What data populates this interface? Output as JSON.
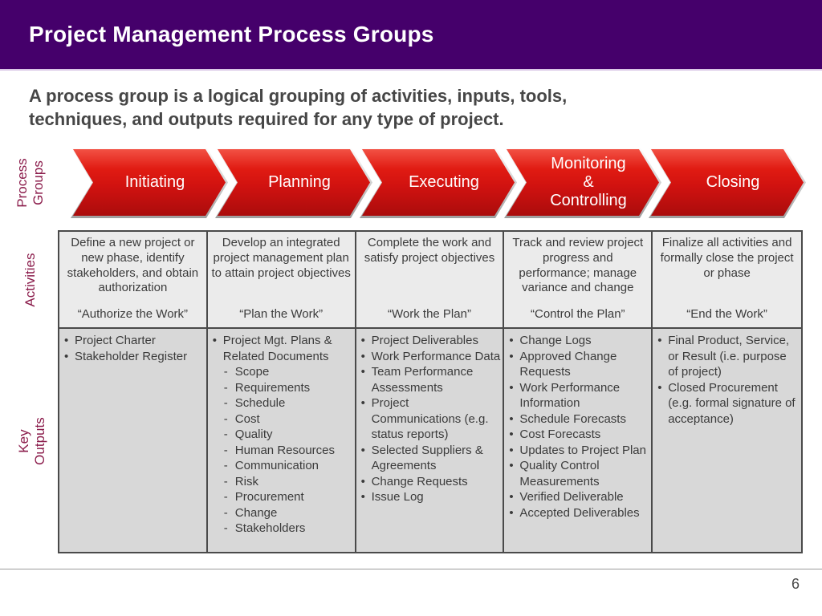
{
  "header": {
    "title": "Project Management Process Groups"
  },
  "subtitle": "A process group is a logical grouping of activities, inputs, tools,\ntechniques, and outputs required for any type of project.",
  "row_labels": {
    "process_groups": "Process\nGroups",
    "activities": "Activities",
    "key_outputs": "Key\nOutputs"
  },
  "arrows": [
    {
      "label": "Initiating"
    },
    {
      "label": "Planning"
    },
    {
      "label": "Executing"
    },
    {
      "label": "Monitoring\n&\nControlling"
    },
    {
      "label": "Closing"
    }
  ],
  "table": {
    "activities": [
      {
        "desc": "Define a new project or new phase, identify stakeholders, and obtain authorization",
        "motto": "“Authorize the Work”"
      },
      {
        "desc": "Develop an integrated project management plan to attain project objectives",
        "motto": "“Plan the Work”"
      },
      {
        "desc": "Complete the work and satisfy project objectives",
        "motto": "“Work the Plan”"
      },
      {
        "desc": "Track and review project progress and performance; manage variance and change",
        "motto": "“Control the Plan”"
      },
      {
        "desc": "Finalize all activities and formally close the project or phase",
        "motto": "“End the Work”"
      }
    ],
    "key_outputs": [
      {
        "items": [
          {
            "text": "Project Charter"
          },
          {
            "text": "Stakeholder Register"
          }
        ]
      },
      {
        "items": [
          {
            "text": "Project Mgt. Plans & Related Documents"
          },
          {
            "text": "Scope",
            "sub": true
          },
          {
            "text": "Requirements",
            "sub": true
          },
          {
            "text": "Schedule",
            "sub": true
          },
          {
            "text": "Cost",
            "sub": true
          },
          {
            "text": "Quality",
            "sub": true
          },
          {
            "text": "Human Resources",
            "sub": true
          },
          {
            "text": "Communication",
            "sub": true
          },
          {
            "text": "Risk",
            "sub": true
          },
          {
            "text": "Procurement",
            "sub": true
          },
          {
            "text": "Change",
            "sub": true
          },
          {
            "text": "Stakeholders",
            "sub": true
          }
        ]
      },
      {
        "items": [
          {
            "text": "Project Deliverables"
          },
          {
            "text": "Work Performance Data"
          },
          {
            "text": "Team Performance Assessments"
          },
          {
            "text": "Project Communications (e.g. status reports)"
          },
          {
            "text": "Selected Suppliers & Agreements"
          },
          {
            "text": "Change Requests"
          },
          {
            "text": "Issue Log"
          }
        ]
      },
      {
        "items": [
          {
            "text": "Change Logs"
          },
          {
            "text": "Approved Change Requests"
          },
          {
            "text": "Work Performance Information"
          },
          {
            "text": "Schedule Forecasts"
          },
          {
            "text": "Cost Forecasts"
          },
          {
            "text": "Updates to Project Plan"
          },
          {
            "text": "Quality Control Measurements"
          },
          {
            "text": "Verified Deliverable"
          },
          {
            "text": "Accepted Deliverables"
          }
        ]
      },
      {
        "items": [
          {
            "text": "Final Product, Service, or Result (i.e. purpose of project)"
          },
          {
            "text": "Closed Procurement (e.g. formal signature of acceptance)"
          }
        ]
      }
    ]
  },
  "footer": {
    "page_number": "6"
  },
  "colors": {
    "header_purple": "#45006b",
    "arrow_red": "#d11210",
    "rail_label_maroon": "#8b1c4b",
    "activities_bg": "#ebebeb",
    "outputs_bg": "#d8d8d8",
    "table_border": "#4a4a4a"
  }
}
